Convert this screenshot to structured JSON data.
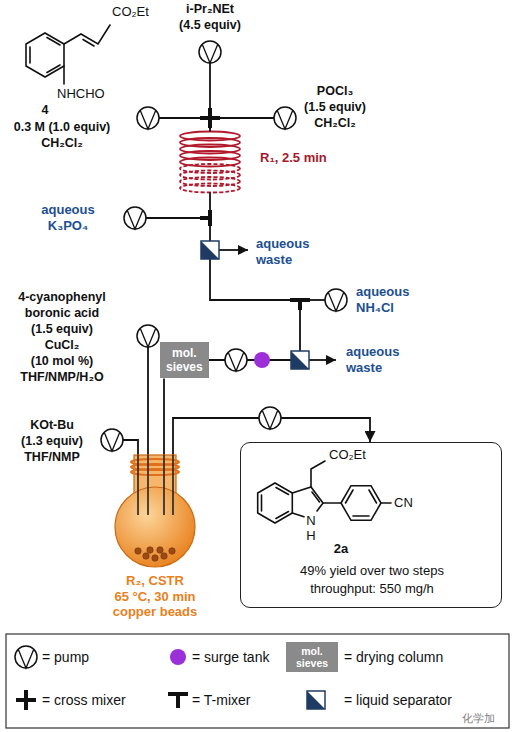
{
  "diagram": {
    "nodes": [
      {
        "text": [
          "R₁, 2.5 min"
        ]
      },
      {
        "text": [
          "mol. sieves"
        ]
      },
      {
        "text": [
          "R₂, CSTR",
          "65 °C, 30 min",
          "copper beads"
        ]
      },
      {
        "text": [
          "CO₂Et",
          "N",
          "H",
          "CN",
          "2a",
          "49% yield over two steps",
          "throughput: 550 mg/h"
        ]
      }
    ],
    "edges": [
      {
        "from": 0,
        "to": 1,
        "arrow": "none"
      },
      {
        "from": 1,
        "to": 2,
        "arrow": "none"
      },
      {
        "from": 2,
        "to": 3,
        "arrow": "to"
      }
    ],
    "labels": [
      "CO₂Et",
      "NHCHO",
      "4",
      "0.3 M (1.0 equiv)",
      "CH₂Cl₂",
      "i-Pr₂NEt",
      "(4.5 equiv)",
      "POCl₃",
      "(1.5 equiv)",
      "CH₂Cl₂",
      "aqueous K₃PO₄",
      "aqueous waste",
      "aqueous NH₄Cl",
      "aqueous waste",
      "4-cyanophenyl",
      "boronic acid",
      "(1.5 equiv)",
      "CuCl₂",
      "(10 mol %)",
      "THF/NMP/H₂O",
      "KOt-Bu",
      "(1.3 equiv)",
      "THF/NMP",
      "mol. sieves",
      "化学加"
    ],
    "legend": [
      {
        "text": "= pump"
      },
      {
        "text": "= surge tank"
      },
      {
        "text": "= drying column"
      },
      {
        "text": "= cross mixer"
      },
      {
        "text": "= T-mixer"
      },
      {
        "text": "= liquid separator"
      }
    ]
  }
}
